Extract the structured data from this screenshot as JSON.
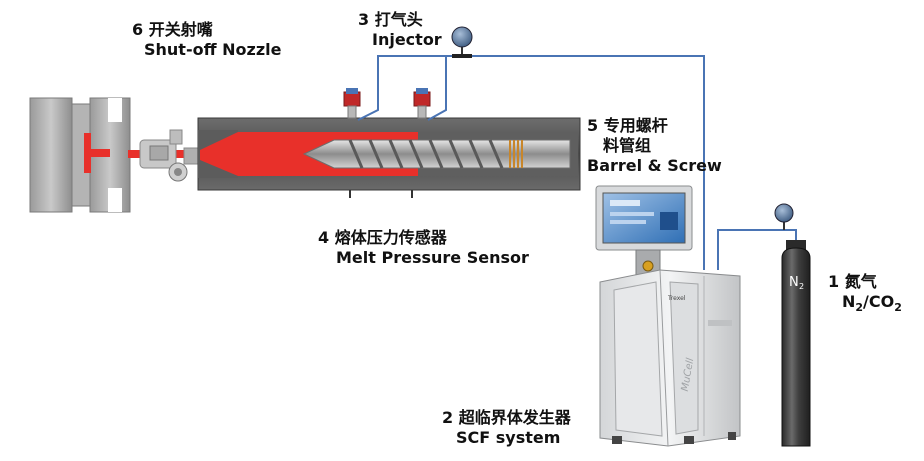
{
  "labels": {
    "nozzle": {
      "number": "6",
      "cn": "开关射嘴",
      "en": "Shut-off Nozzle"
    },
    "injector": {
      "number": "3",
      "cn": "打气头",
      "en": "Injector"
    },
    "barrel": {
      "number": "5",
      "cn_line1": "专用螺杆",
      "cn_line2": "料管组",
      "en": "Barrel & Screw"
    },
    "sensor": {
      "number": "4",
      "cn": "熔体压力传感器",
      "en": "Melt Pressure Sensor"
    },
    "nitrogen": {
      "number": "1",
      "cn": "氮气",
      "en_prefix": "N",
      "en_sub1": "2",
      "en_mid": "/CO",
      "en_sub2": "2"
    },
    "scf": {
      "number": "2",
      "cn": "超临界体发生器",
      "en": "SCF system"
    }
  },
  "cylinder": {
    "mark": "N",
    "mark_sub": "2"
  },
  "machine": {
    "brand": "Trexel",
    "logo": "MuCell"
  },
  "colors": {
    "melt": "#e8302a",
    "pipe": "#4a74b4",
    "barrel": "#5a5a5a",
    "cylinder": "#3c3c3c"
  }
}
